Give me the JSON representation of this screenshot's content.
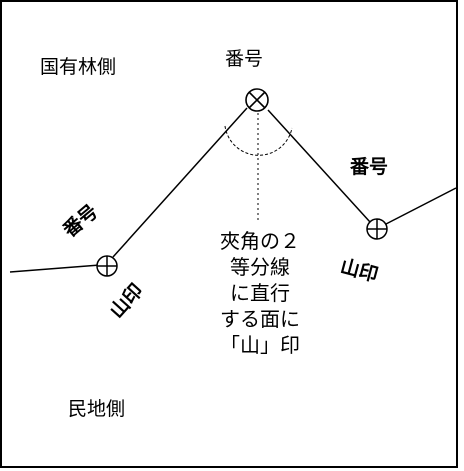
{
  "labels": {
    "national_forest_side": "国有林側",
    "private_land_side": "民地側",
    "number_top": "番号",
    "number_right": "番号",
    "number_left": "番号",
    "mountain_mark_left": "山印",
    "mountain_mark_right": "山印"
  },
  "note_lines": [
    "夾角の２",
    "等分線",
    "に直行",
    "する面に",
    "「山」印"
  ],
  "symbols": {
    "top_marker": "circle-x",
    "side_markers": "circle-plus"
  },
  "colors": {
    "line": "#000000",
    "background": "#ffffff"
  }
}
